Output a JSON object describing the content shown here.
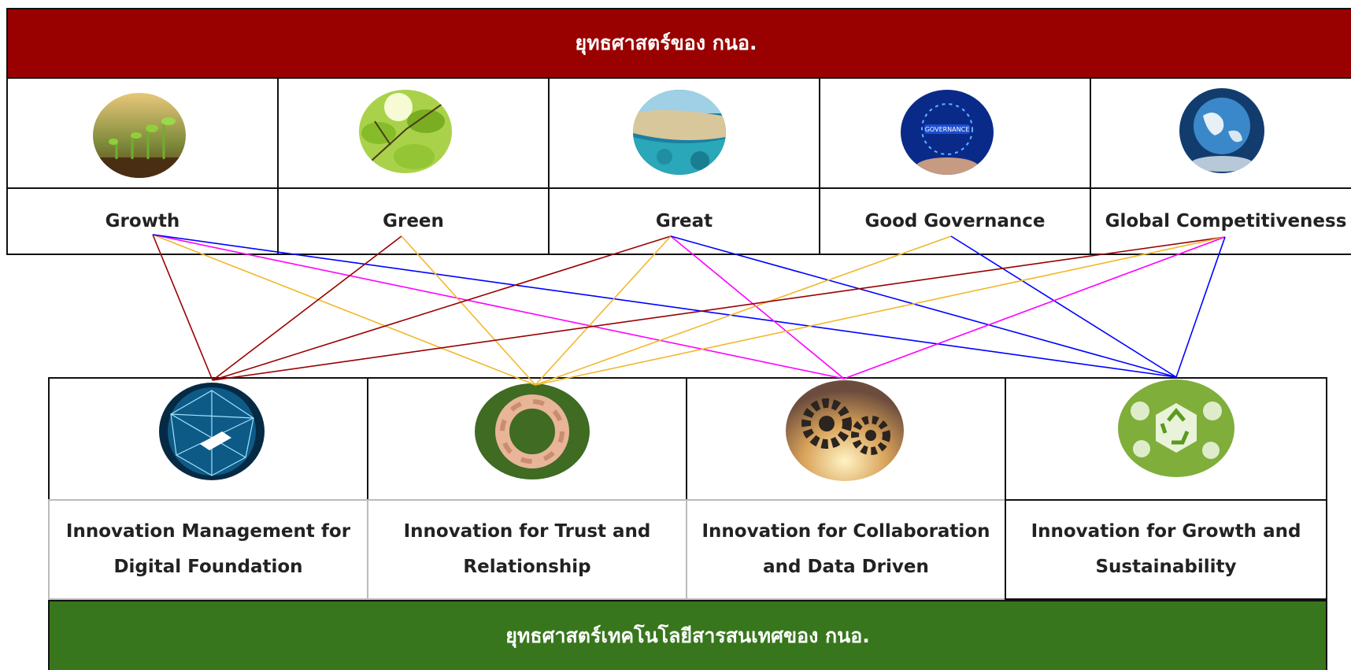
{
  "top_banner": {
    "title": "ยุทธศาสตร์ของ กนอ."
  },
  "pillars": [
    {
      "label": "Growth",
      "icon": "seedling-icon"
    },
    {
      "label": "Green",
      "icon": "green-leaves-icon"
    },
    {
      "label": "Great",
      "icon": "ocean-reef-icon"
    },
    {
      "label": "Good Governance",
      "icon": "governance-network-icon"
    },
    {
      "label": "Global Competitiveness",
      "icon": "globe-in-hands-icon"
    }
  ],
  "strategies": [
    {
      "line1": "Innovation Management for",
      "line2": "Digital Foundation",
      "icon": "digital-network-globe-icon"
    },
    {
      "line1": "Innovation for Trust and",
      "line2": "Relationship",
      "icon": "linked-hands-icon"
    },
    {
      "line1": "Innovation for Collaboration",
      "line2": "and Data Driven",
      "icon": "gears-icon"
    },
    {
      "line1": "Innovation for Growth and",
      "line2": "Sustainability",
      "icon": "recycle-sustainability-icon"
    }
  ],
  "connections": [
    {
      "from": "Growth",
      "to": "Innovation Management for Digital Foundation",
      "color": "#990000"
    },
    {
      "from": "Growth",
      "to": "Innovation for Trust and Relationship",
      "color": "#f1b82d"
    },
    {
      "from": "Growth",
      "to": "Innovation for Collaboration and Data Driven",
      "color": "#ff00ff"
    },
    {
      "from": "Growth",
      "to": "Innovation for Growth and Sustainability",
      "color": "#0000ff"
    },
    {
      "from": "Green",
      "to": "Innovation Management for Digital Foundation",
      "color": "#990000"
    },
    {
      "from": "Green",
      "to": "Innovation for Trust and Relationship",
      "color": "#f1b82d"
    },
    {
      "from": "Great",
      "to": "Innovation Management for Digital Foundation",
      "color": "#990000"
    },
    {
      "from": "Great",
      "to": "Innovation for Trust and Relationship",
      "color": "#f1b82d"
    },
    {
      "from": "Great",
      "to": "Innovation for Collaboration and Data Driven",
      "color": "#ff00ff"
    },
    {
      "from": "Great",
      "to": "Innovation for Growth and Sustainability",
      "color": "#0000ff"
    },
    {
      "from": "Good Governance",
      "to": "Innovation for Trust and Relationship",
      "color": "#f1b82d"
    },
    {
      "from": "Good Governance",
      "to": "Innovation for Growth and Sustainability",
      "color": "#0000ff"
    },
    {
      "from": "Global Competitiveness",
      "to": "Innovation Management for Digital Foundation",
      "color": "#990000"
    },
    {
      "from": "Global Competitiveness",
      "to": "Innovation for Trust and Relationship",
      "color": "#f1b82d"
    },
    {
      "from": "Global Competitiveness",
      "to": "Innovation for Collaboration and Data Driven",
      "color": "#ff00ff"
    },
    {
      "from": "Global Competitiveness",
      "to": "Innovation for Growth and Sustainability",
      "color": "#0000ff"
    }
  ],
  "bottom_banner": {
    "title": "ยุทธศาสตร์เทคโนโลยีสารสนเทศของ กนอ."
  },
  "colors": {
    "top_banner": "#990000",
    "bottom_banner": "#38761d",
    "line_red": "#990000",
    "line_yellow": "#f1b82d",
    "line_magenta": "#ff00ff",
    "line_blue": "#0000ff"
  }
}
